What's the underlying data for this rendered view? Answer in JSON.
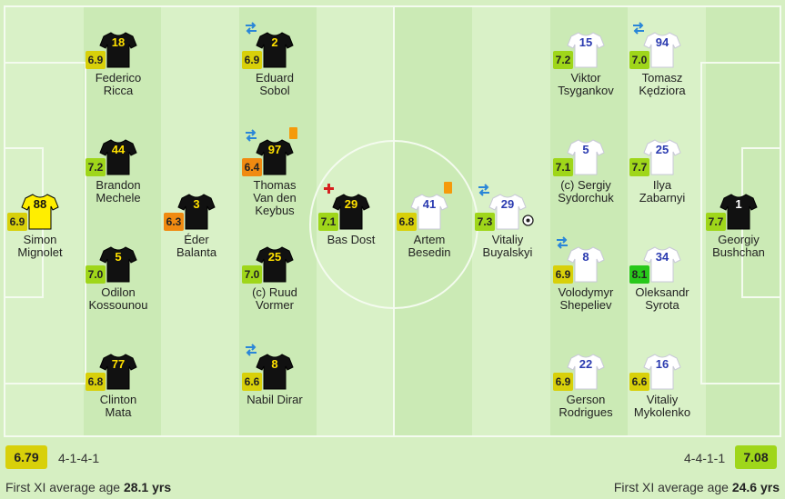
{
  "colors": {
    "grass_dark": "#cbeab5",
    "grass_light": "#d9f1c7",
    "line": "#f4fbef",
    "home_shirt": "#111111",
    "home_number": "#ffe000",
    "home_gk_shirt": "#ffee00",
    "home_gk_number": "#111111",
    "away_shirt": "#ffffff",
    "away_number": "#2b3bb0",
    "away_gk_shirt": "#111111",
    "away_gk_number": "#ffffff",
    "rating_green": "#9fd61a",
    "rating_yellow": "#d8d00a",
    "rating_orange": "#f08a11",
    "rating_dark_green": "#28c81a",
    "yellow_card": "#f59a0c"
  },
  "home": {
    "rating": "6.79",
    "formation": "4-1-4-1",
    "avg_age_label": "First XI average age",
    "avg_age_value": "28.1 yrs",
    "players": [
      {
        "number": "88",
        "name": [
          "Simon",
          "Mignolet"
        ],
        "rating": "6.9",
        "rating_color": "yellow",
        "gk": true
      },
      {
        "number": "18",
        "name": [
          "Federico",
          "Ricca"
        ],
        "rating": "6.9",
        "rating_color": "yellow"
      },
      {
        "number": "44",
        "name": [
          "Brandon",
          "Mechele"
        ],
        "rating": "7.2",
        "rating_color": "green"
      },
      {
        "number": "5",
        "name": [
          "Odilon",
          "Kossounou"
        ],
        "rating": "7.0",
        "rating_color": "green"
      },
      {
        "number": "77",
        "name": [
          "Clinton",
          "Mata"
        ],
        "rating": "6.8",
        "rating_color": "yellow"
      },
      {
        "number": "3",
        "name": [
          "Éder",
          "Balanta"
        ],
        "rating": "6.3",
        "rating_color": "orange"
      },
      {
        "number": "2",
        "name": [
          "Eduard",
          "Sobol"
        ],
        "rating": "6.9",
        "rating_color": "yellow",
        "sub": true
      },
      {
        "number": "97",
        "name": [
          "Thomas",
          "Van den",
          "Keybus"
        ],
        "rating": "6.4",
        "rating_color": "orange",
        "sub": true,
        "card": true
      },
      {
        "number": "25",
        "name": [
          "(c) Ruud",
          "Vormer"
        ],
        "rating": "7.0",
        "rating_color": "green"
      },
      {
        "number": "8",
        "name": [
          "Nabil Dirar"
        ],
        "rating": "6.6",
        "rating_color": "yellow",
        "sub": true
      },
      {
        "number": "29",
        "name": [
          "Bas Dost"
        ],
        "rating": "7.1",
        "rating_color": "green",
        "injury": true
      }
    ]
  },
  "away": {
    "rating": "7.08",
    "formation": "4-4-1-1",
    "avg_age_label": "First XI average age",
    "avg_age_value": "24.6 yrs",
    "players": [
      {
        "number": "41",
        "name": [
          "Artem",
          "Besedin"
        ],
        "rating": "6.8",
        "rating_color": "yellow",
        "card": true
      },
      {
        "number": "29",
        "name": [
          "Vitaliy",
          "Buyalskyi"
        ],
        "rating": "7.3",
        "rating_color": "green",
        "sub": true,
        "goal": true
      },
      {
        "number": "15",
        "name": [
          "Viktor",
          "Tsygankov"
        ],
        "rating": "7.2",
        "rating_color": "green"
      },
      {
        "number": "5",
        "name": [
          "(c) Sergiy",
          "Sydorchuk"
        ],
        "rating": "7.1",
        "rating_color": "green"
      },
      {
        "number": "8",
        "name": [
          "Volodymyr",
          "Shepeliev"
        ],
        "rating": "6.9",
        "rating_color": "yellow",
        "sub": true
      },
      {
        "number": "22",
        "name": [
          "Gerson",
          "Rodrigues"
        ],
        "rating": "6.9",
        "rating_color": "yellow"
      },
      {
        "number": "94",
        "name": [
          "Tomasz",
          "Kędziora"
        ],
        "rating": "7.0",
        "rating_color": "green",
        "sub": true
      },
      {
        "number": "25",
        "name": [
          "Ilya",
          "Zabarnyi"
        ],
        "rating": "7.7",
        "rating_color": "green"
      },
      {
        "number": "34",
        "name": [
          "Oleksandr",
          "Syrota"
        ],
        "rating": "8.1",
        "rating_color": "dark_green"
      },
      {
        "number": "16",
        "name": [
          "Vitaliy",
          "Mykolenko"
        ],
        "rating": "6.6",
        "rating_color": "yellow"
      },
      {
        "number": "1",
        "name": [
          "Georgiy",
          "Bushchan"
        ],
        "rating": "7.7",
        "rating_color": "green",
        "gk": true
      }
    ]
  }
}
